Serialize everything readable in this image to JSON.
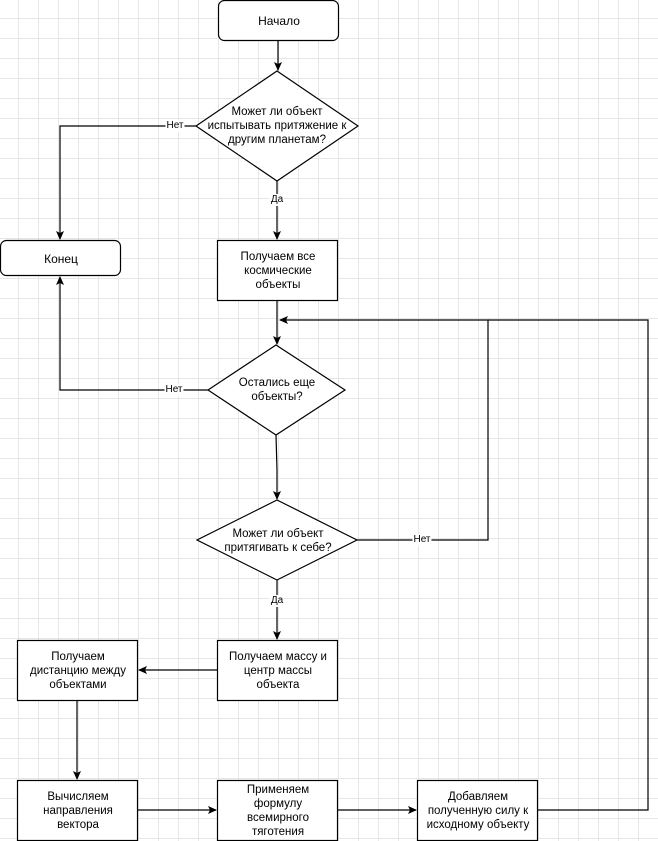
{
  "nodes": {
    "start": "Начало",
    "q_attract_other": "Может ли объект\nиспытывать притяжение к\nдругим планетам?",
    "end": "Конец",
    "get_all": "Получаем все\nкосмические\nобъекты",
    "q_remaining": "Остались еще\nобъекты?",
    "q_attract_self": "Может ли объект\nпритягивать к себе?",
    "get_mass": "Получаем массу и\nцентр массы\nобъекта",
    "get_distance": "Получаем\nдистанцию между\nобъектами",
    "calc_direction": "Вычисляем\nнаправления\nвектора",
    "apply_formula": "Применяем\nформулу\nвсемирного\nтяготения",
    "add_force": "Добавляем\nполученную силу к\nисходному объекту"
  },
  "edge_labels": {
    "no_1": "Нет",
    "yes_1": "Да",
    "no_2": "Нет",
    "no_3": "Нет",
    "yes_2": "Да"
  },
  "colors": {
    "stroke": "#000000",
    "fill": "#ffffff",
    "grid": "#e6e6e6"
  }
}
